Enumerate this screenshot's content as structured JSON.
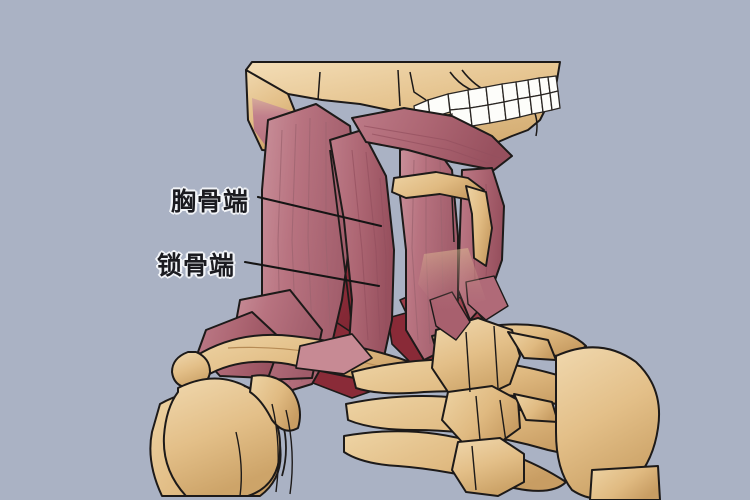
{
  "figure": {
    "title": "Sternocleidomastoid muscle attachments (lateral neck view)",
    "background_color": "#aab2c4",
    "labels": [
      {
        "id": "sternal-end",
        "text": "胸骨端",
        "text_color": "#1b1b20",
        "outline_color": "#f2f4f8",
        "leader_from": [
          258,
          197
        ],
        "leader_to": [
          381,
          226
        ]
      },
      {
        "id": "clavicular-end",
        "text": "锁骨端",
        "text_color": "#1b1b20",
        "outline_color": "#f2f4f8",
        "leader_from": [
          245,
          262
        ],
        "leader_to": [
          379,
          286
        ]
      }
    ],
    "palette": {
      "background": "#aab2c4",
      "bone_light": "#ecd3a6",
      "bone_mid": "#e2bd85",
      "bone_shadow": "#c8a065",
      "tooth_white": "#fdfdfa",
      "muscle_light": "#c4838e",
      "muscle_mid": "#b56b78",
      "muscle_dark": "#9d5462",
      "muscle_deep_red": "#8e2f3a",
      "muscle_deepest": "#7a2430",
      "outline": "#1d1a19",
      "leader_line": "#151414"
    },
    "structures": [
      {
        "name": "skull-mandible",
        "kind": "bone"
      },
      {
        "name": "upper-teeth-row",
        "kind": "bone",
        "count": 12
      },
      {
        "name": "lower-teeth-row",
        "kind": "bone",
        "count": 12
      },
      {
        "name": "mastoid-process",
        "kind": "bone"
      },
      {
        "name": "hyoid-bone",
        "kind": "bone"
      },
      {
        "name": "clavicle",
        "kind": "bone"
      },
      {
        "name": "sternum-manubrium",
        "kind": "bone"
      },
      {
        "name": "ribs",
        "kind": "bone",
        "count": 3
      },
      {
        "name": "cervical-vertebrae",
        "kind": "bone"
      },
      {
        "name": "scapula-left",
        "kind": "bone"
      },
      {
        "name": "humeral-head-left",
        "kind": "bone"
      },
      {
        "name": "humeral-head-right",
        "kind": "bone"
      },
      {
        "name": "sternocleidomastoid-sternal-head",
        "kind": "muscle"
      },
      {
        "name": "sternocleidomastoid-clavicular-head",
        "kind": "muscle"
      },
      {
        "name": "infrahyoid-strap-muscles",
        "kind": "muscle"
      },
      {
        "name": "digastric-muscle",
        "kind": "muscle"
      },
      {
        "name": "scalene-muscles",
        "kind": "muscle"
      },
      {
        "name": "lesser-supraclavicular-fossa",
        "kind": "muscle-gap"
      }
    ]
  }
}
